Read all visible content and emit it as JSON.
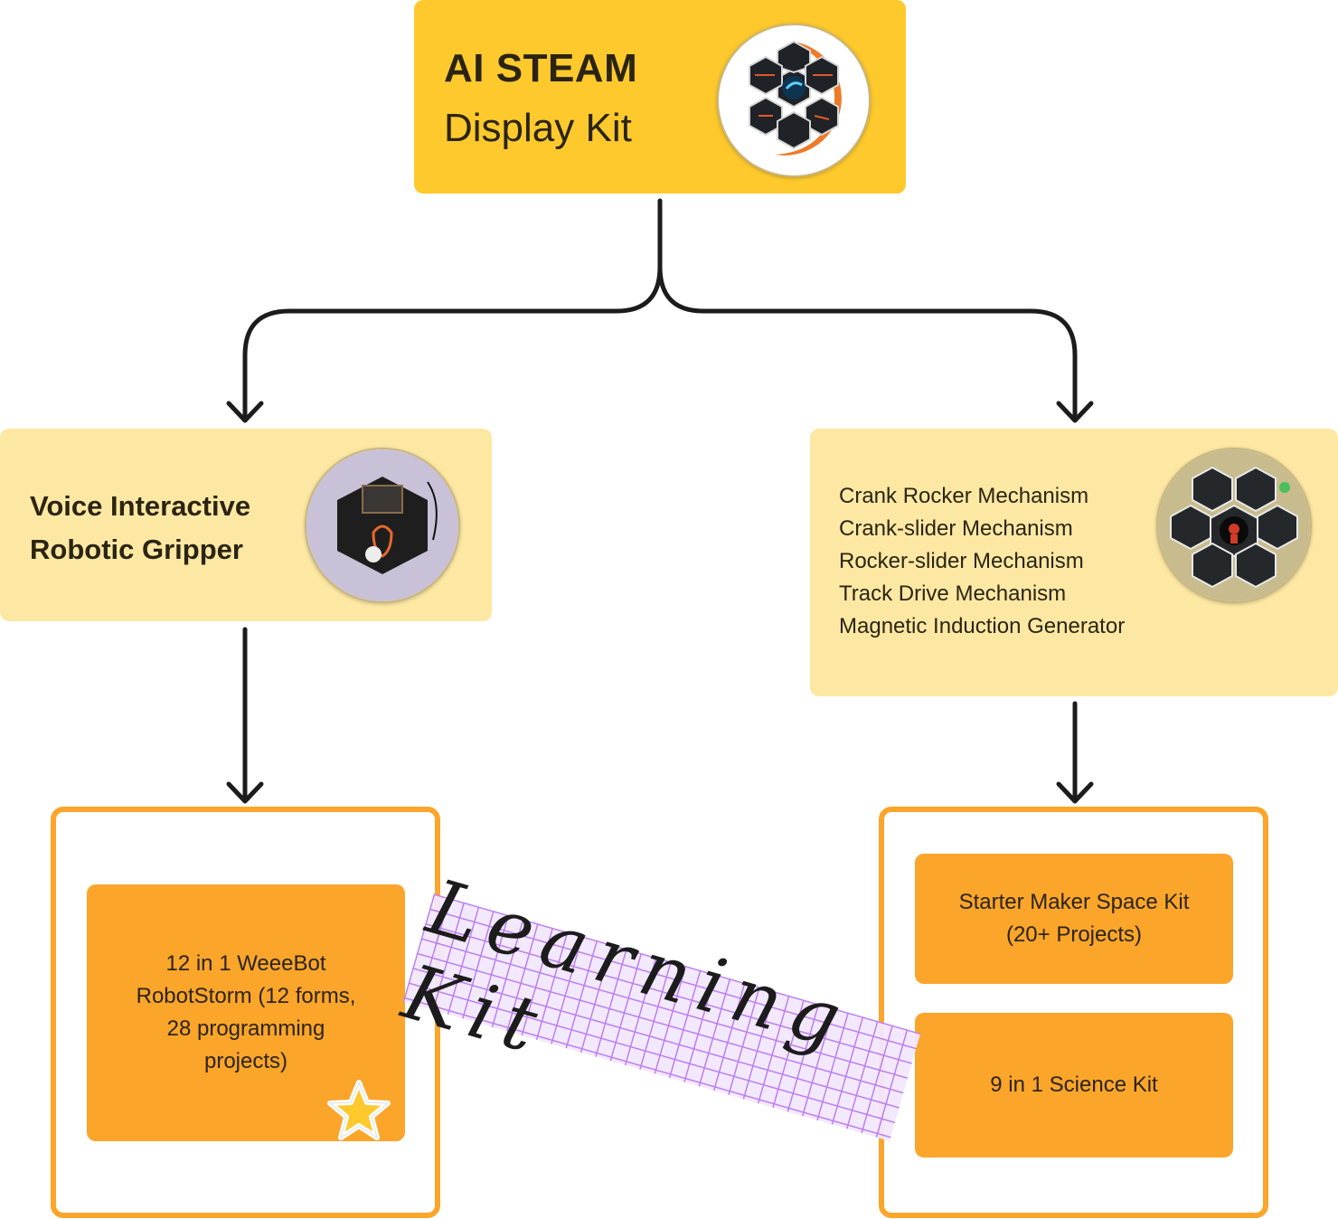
{
  "root": {
    "title": "AI STEAM",
    "subtitle": "Display Kit"
  },
  "left_branch": {
    "title_line1": "Voice Interactive",
    "title_line2": "Robotic Gripper"
  },
  "right_branch": {
    "mechanisms": [
      "Crank Rocker Mechanism",
      "Crank-slider Mechanism",
      "Rocker-slider Mechanism",
      "Track Drive Mechanism",
      "Magnetic Induction Generator"
    ]
  },
  "left_kits": {
    "weeebot": [
      "12 in 1 WeeeBot",
      "RobotStorm (12 forms,",
      "28 programming",
      "projects)"
    ]
  },
  "right_kits": {
    "starter": [
      "Starter Maker Space Kit",
      "(20+ Projects)"
    ],
    "science": "9 in 1 Science Kit"
  },
  "sticker": {
    "label": "Learning Kit"
  },
  "colors": {
    "root_fill": "#fdc92d",
    "branch_fill": "#fde8a3",
    "kit_fill": "#fba52b",
    "connector": "#1c1c1c",
    "tape_grid": "#b978f2",
    "star": "#fdc92d"
  },
  "icons": [
    "star-icon",
    "product-photo"
  ]
}
